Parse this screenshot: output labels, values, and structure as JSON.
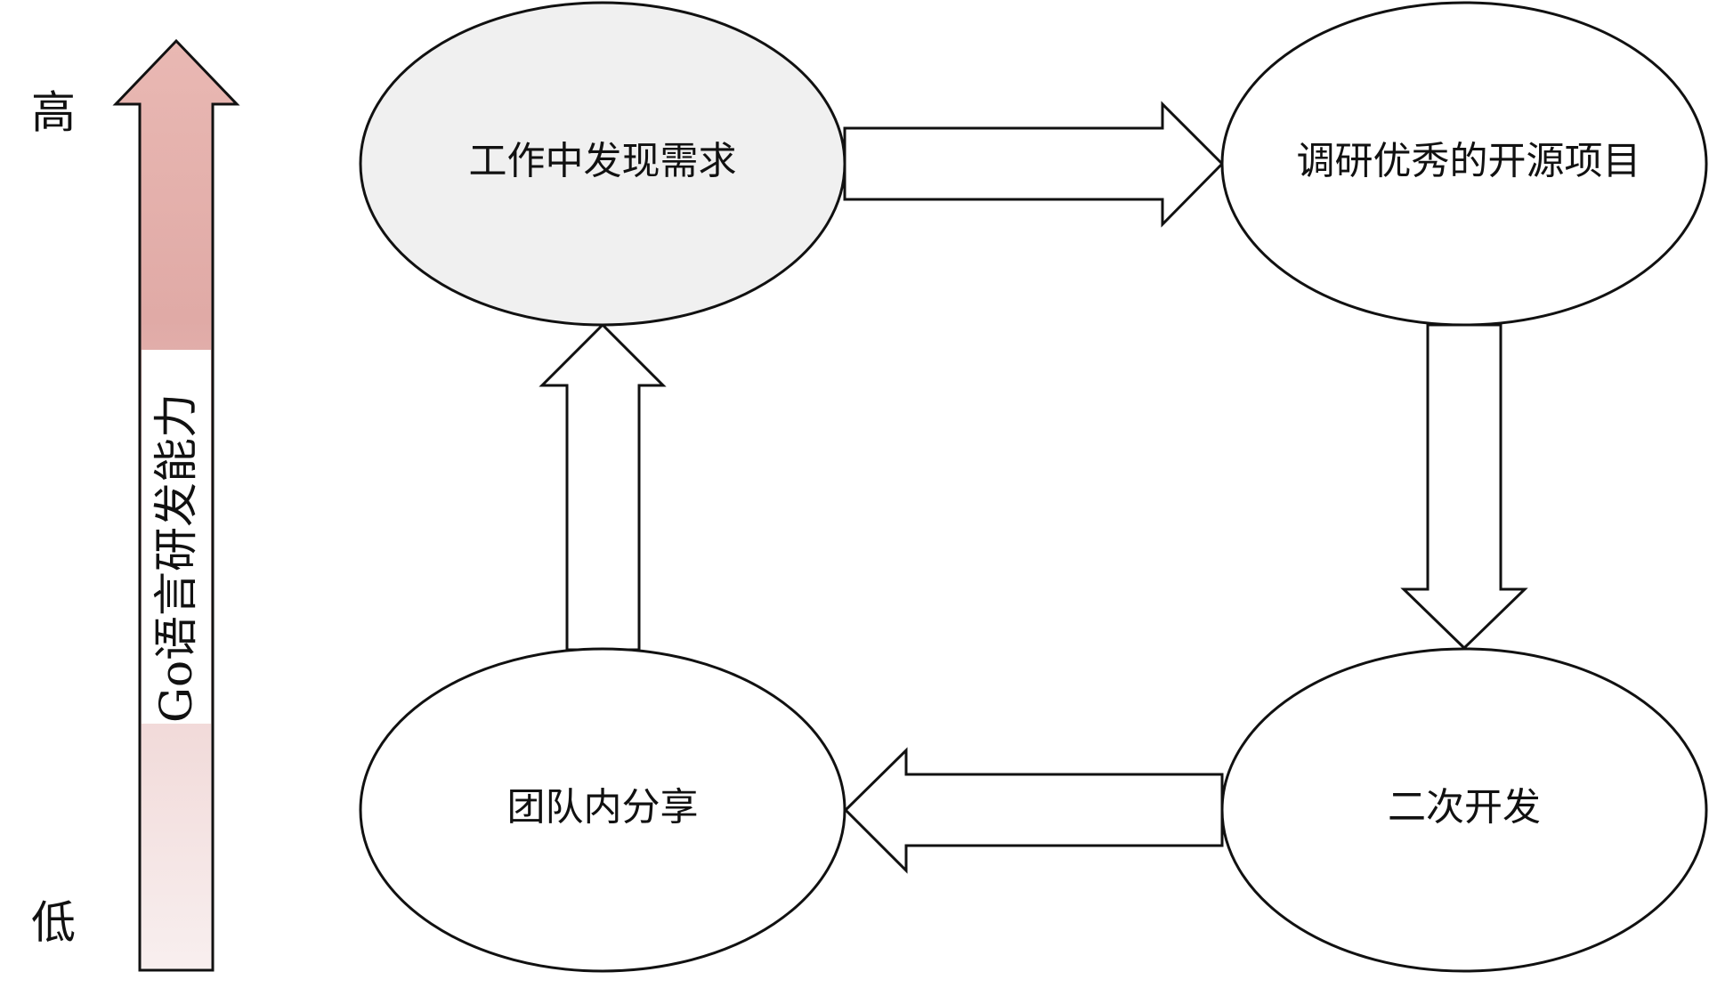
{
  "scale": {
    "high_label": "高",
    "low_label": "低",
    "axis_label_latin": "Go",
    "axis_label_cjk": "语言研发能力"
  },
  "nodes": {
    "discover": {
      "label": "工作中发现需求"
    },
    "research": {
      "label": "调研优秀的开源项目"
    },
    "develop": {
      "label": "二次开发"
    },
    "share": {
      "label": "团队内分享"
    }
  },
  "colors": {
    "stroke": "#111111",
    "discover_fill": "#f0f0f0",
    "node_fill": "#ffffff",
    "gradient_top": "#e9b8b3",
    "gradient_mid": "#e0aaa6",
    "gradient_bottom": "#f8efef",
    "axis_label_band": "#ffffff"
  }
}
